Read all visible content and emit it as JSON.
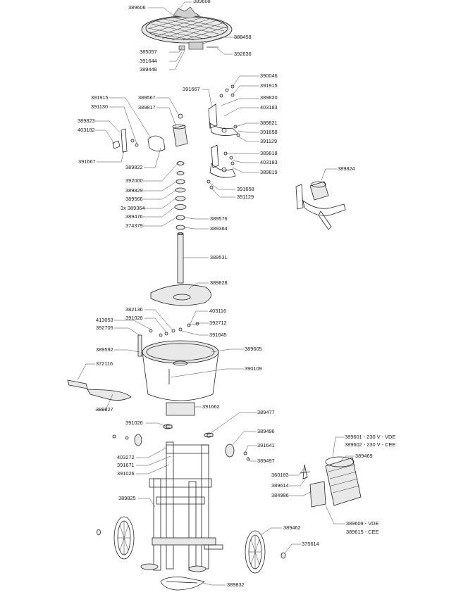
{
  "labels": [
    "389608",
    "389606",
    "389458",
    "385057",
    "391644",
    "389448",
    "392636",
    "390046",
    "391667",
    "391915",
    "389820",
    "403183",
    "389821",
    "391658",
    "391129",
    "389818",
    "403183",
    "389819",
    "391658",
    "391129",
    "389824",
    "391915",
    "391130",
    "389567",
    "389817",
    "389823",
    "403182",
    "391667",
    "389822",
    "392000",
    "389829",
    "389566",
    "3x 389364",
    "389476",
    "374379",
    "389576",
    "389364",
    "389531",
    "389828",
    "382136",
    "391028",
    "403116",
    "413053",
    "392712",
    "392705",
    "391645",
    "389592",
    "389605",
    "372116",
    "390109",
    "389827",
    "391662",
    "389477",
    "391026",
    "389496",
    "403272",
    "391641",
    "391671",
    "389497",
    "391026",
    "389601 - 230 V - VDE",
    "389602 - 230 V - CEE",
    "389469",
    "360183",
    "389614",
    "384986",
    "389825",
    "389609 - VDE",
    "389615 - CEE",
    "389462",
    "375614",
    "389832"
  ]
}
